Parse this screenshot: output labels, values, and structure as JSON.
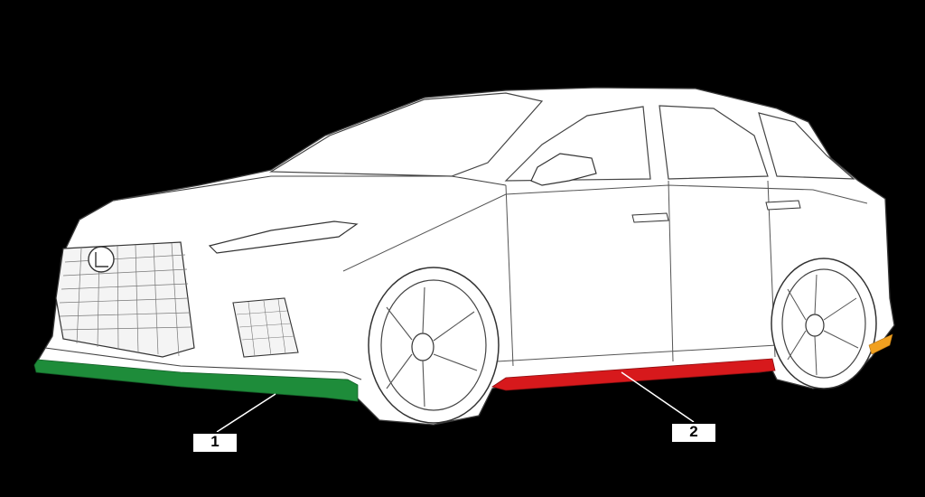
{
  "callouts": [
    {
      "label": "1",
      "part": "front-spoiler"
    },
    {
      "label": "2",
      "part": "side-skirt"
    }
  ],
  "colors": {
    "background": "#000000",
    "body": "#ffffff",
    "outline": "#3a3a3a",
    "front_spoiler": "#1e8c3a",
    "side_skirt": "#d7191c",
    "rear_accent": "#f0a020",
    "callout_box": "#ffffff",
    "callout_text": "#000000"
  }
}
